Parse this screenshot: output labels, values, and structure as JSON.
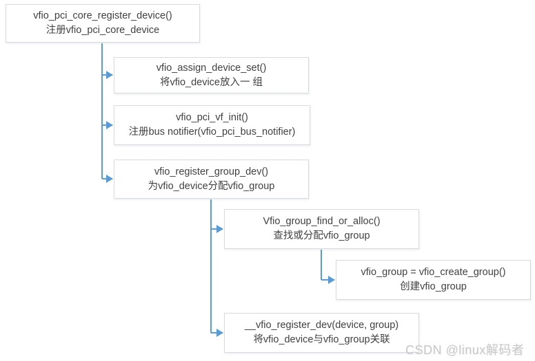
{
  "colors": {
    "arrow": "#5b9bd5",
    "box-border": "#d6d9de",
    "box-fill": "#ffffff",
    "text": "#404040",
    "watermark": "#c9c9c9"
  },
  "watermark": "CSDN @linux解码者",
  "nodes": [
    {
      "line1": "vfio_pci_core_register_device()",
      "line2": "注册vfio_pci_core_device"
    },
    {
      "line1": "vfio_assign_device_set()",
      "line2": "将vfio_device放入一 组"
    },
    {
      "line1": "vfio_pci_vf_init()",
      "line2": "注册bus notifier(vfio_pci_bus_notifier)"
    },
    {
      "line1": "vfio_register_group_dev()",
      "line2": "为vfio_device分配vfio_group"
    },
    {
      "line1": "Vfio_group_find_or_alloc()",
      "line2": "查找或分配vfio_group"
    },
    {
      "line1": "vfio_group = vfio_create_group()",
      "line2": "创建vfio_group"
    },
    {
      "line1": "__vfio_register_dev(device, group)",
      "line2": "将vfio_device与vfio_group关联"
    }
  ]
}
